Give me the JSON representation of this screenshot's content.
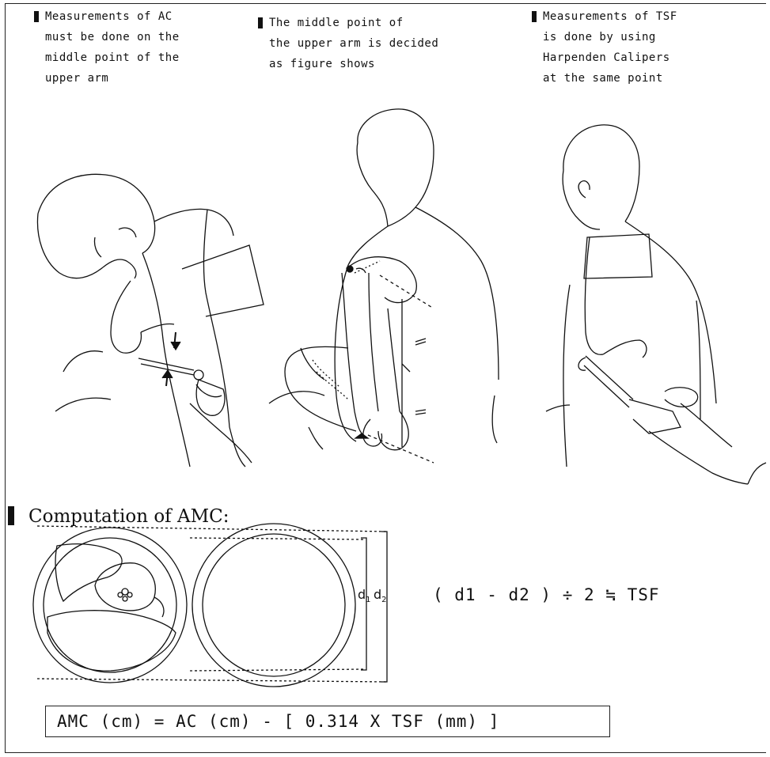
{
  "panels": [
    {
      "text": "Measurements of AC\nmust be done on the\nmiddle point of the\nupper arm"
    },
    {
      "text": "The middle point of\nthe upper arm is decided\nas figure shows"
    },
    {
      "text": "Measurements of TSF\nis done by using\nHarpenden Calipers\nat the same point"
    }
  ],
  "computation": {
    "heading": "Computation of AMC:",
    "d1": "d",
    "d1_sub": "1",
    "d2": "d",
    "d2_sub": "2",
    "tsf_formula": "( d1 - d2 ) ÷ 2 ≒ TSF"
  },
  "amc_formula": "AMC (cm) = AC (cm) - [ 0.314 X TSF (mm) ]"
}
